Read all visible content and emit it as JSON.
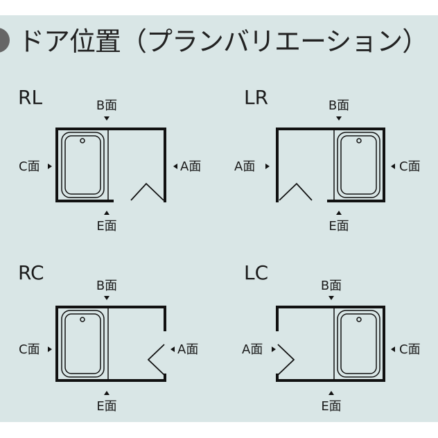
{
  "title": "ドア位置（プランバリエーション）",
  "colors": {
    "background": "#d9e6e6",
    "line": "#111111",
    "bullet": "#666666"
  },
  "plans": [
    {
      "label": "RL",
      "faces": {
        "b": "B面",
        "c": "C面",
        "a": "A面",
        "e": "E面"
      }
    },
    {
      "label": "LR",
      "faces": {
        "b": "B面",
        "a": "A面",
        "c": "C面",
        "e": "E面"
      }
    },
    {
      "label": "RC",
      "faces": {
        "b": "B面",
        "c": "C面",
        "a": "A面",
        "e": "E面"
      }
    },
    {
      "label": "LC",
      "faces": {
        "b": "B面",
        "a": "A面",
        "c": "C面",
        "e": "E面"
      }
    }
  ]
}
